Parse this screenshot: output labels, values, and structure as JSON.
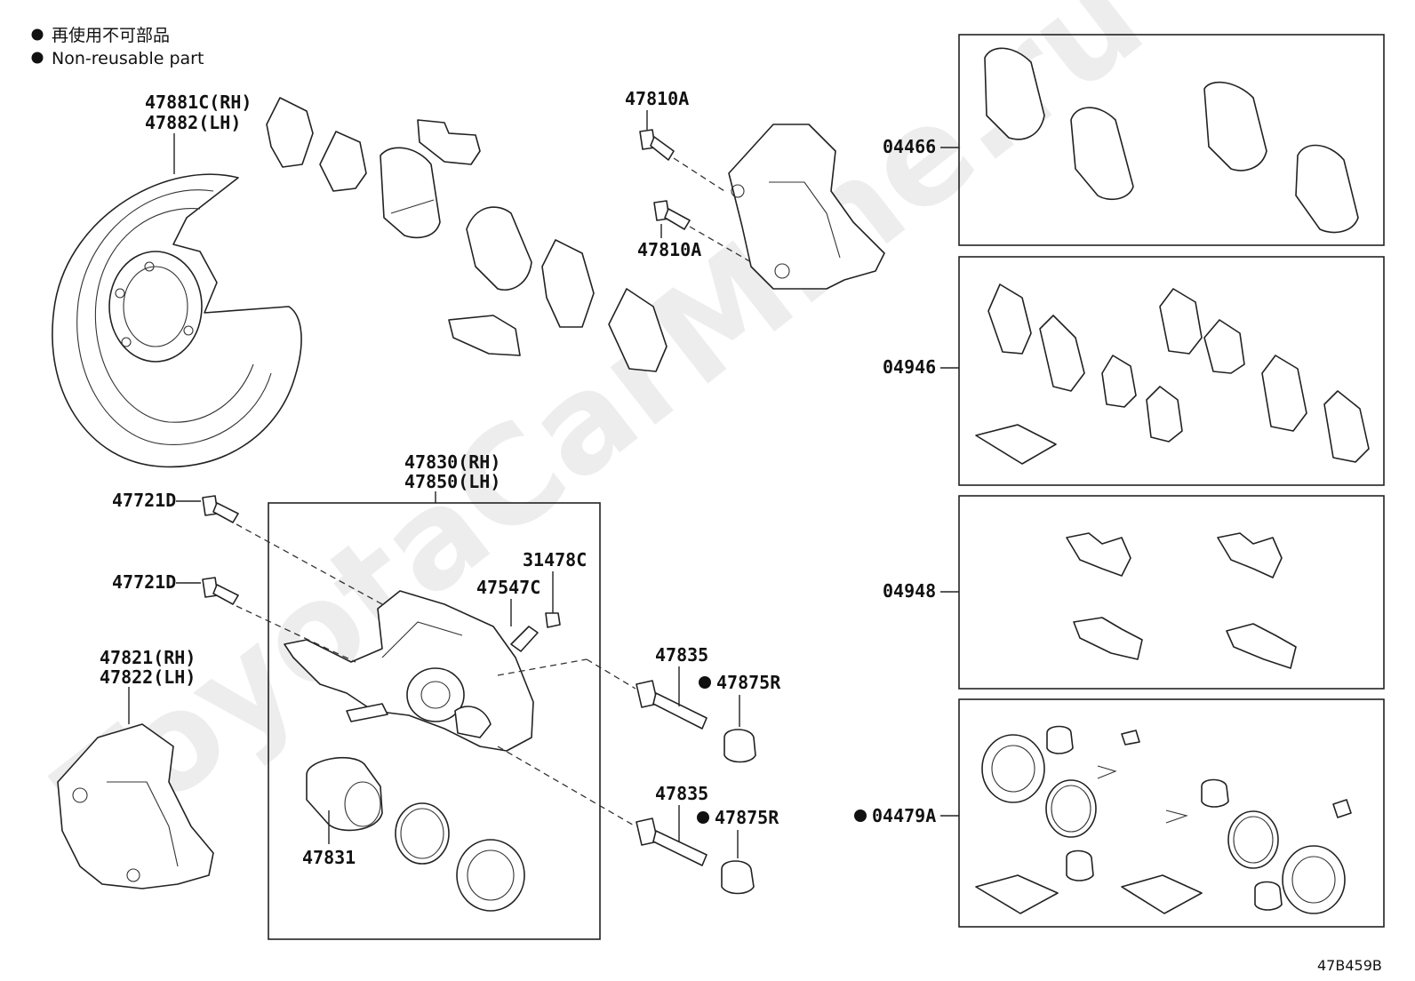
{
  "legend": {
    "line1": "再使用不可部品",
    "line2": "Non-reusable part"
  },
  "watermark": "ToyotaCarMine.ru",
  "diagram_code": "47B459B",
  "labels": {
    "dust_cover_rh": "47881C(RH)",
    "dust_cover_lh": "47882(LH)",
    "bolt_47810a_top": "47810A",
    "bolt_47810a_bottom": "47810A",
    "caliper_rh": "47830(RH)",
    "caliper_lh": "47850(LH)",
    "bolt_47721d_top": "47721D",
    "bolt_47721d_bottom": "47721D",
    "cap_31478c": "31478C",
    "bleeder_47547c": "47547C",
    "pin_47835_top": "47835",
    "pin_47835_bottom": "47835",
    "boot_47875r_top": "47875R",
    "boot_47875r_bottom": "47875R",
    "mounting_rh": "47821(RH)",
    "mounting_lh": "47822(LH)",
    "piston_47831": "47831",
    "kit_04466": "04466",
    "kit_04946": "04946",
    "kit_04948": "04948",
    "kit_04479a": "04479A"
  },
  "colors": {
    "line": "#222222",
    "watermark": "#d8d8d8"
  }
}
